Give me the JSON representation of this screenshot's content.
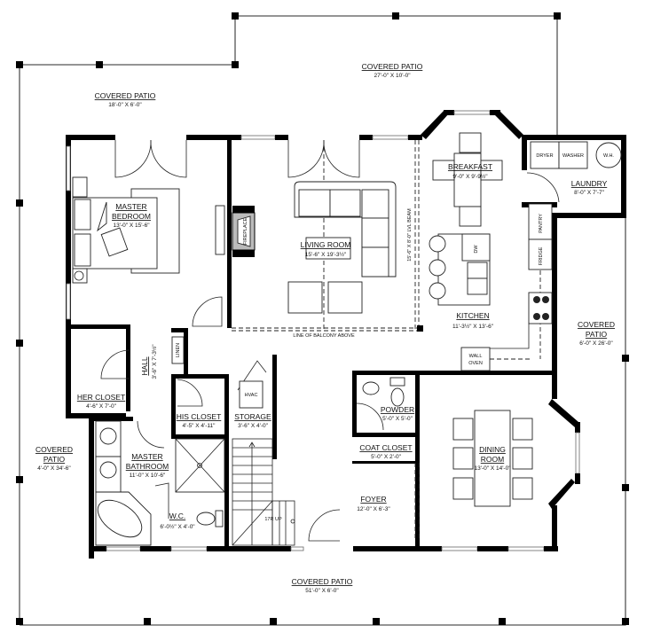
{
  "rooms": {
    "patio_north_left": {
      "name": "COVERED PATIO",
      "dims": "18'-0\" X 6'-0\""
    },
    "patio_north_right": {
      "name": "COVERED PATIO",
      "dims": "27'-0\" X 10'-0\""
    },
    "patio_west": {
      "name_line1": "COVERED",
      "name_line2": "PATIO",
      "dims": "4'-0\" X 34'-6\""
    },
    "patio_east": {
      "name_line1": "COVERED",
      "name_line2": "PATIO",
      "dims": "6'-0\" X 26'-0\""
    },
    "patio_south": {
      "name": "COVERED PATIO",
      "dims": "51'-0\" X 6'-0\""
    },
    "master_bedroom": {
      "name_line1": "MASTER",
      "name_line2": "BEDROOM",
      "dims": "13'-0\" X 15'-6\""
    },
    "living_room": {
      "name": "LIVING ROOM",
      "dims": "15'-6\" X 19'-3½\""
    },
    "breakfast": {
      "name": "BREAKFAST",
      "dims": "9'-0\" X 9'-9½\""
    },
    "laundry": {
      "name": "LAUNDRY",
      "dims": "8'-0\" X 7'-7\""
    },
    "kitchen": {
      "name": "KITCHEN",
      "dims": "11'-3½\" X 13'-6\""
    },
    "hall": {
      "name": "HALL",
      "dims": "3'-6\" X 7'-3½\""
    },
    "her_closet": {
      "name": "HER CLOSET",
      "dims": "4'-6\" X 7'-0\""
    },
    "his_closet": {
      "name": "HIS CLOSET",
      "dims": "4'-5\" X 4'-11\""
    },
    "storage": {
      "name": "STORAGE",
      "dims": "3'-6\" X 4'-0\""
    },
    "master_bathroom": {
      "name_line1": "MASTER",
      "name_line2": "BATHROOM",
      "dims": "11'-0\" X 10'-6\""
    },
    "wc": {
      "name": "W.C.",
      "dims": "6'-0½\" X 4'-0\""
    },
    "powder": {
      "name": "POWDER",
      "dims": "5'-0\" X 5'-0\""
    },
    "coat_closet": {
      "name": "COAT CLOSET",
      "dims": "5'-0\" X 2'-0\""
    },
    "foyer": {
      "name": "FOYER",
      "dims": "12'-0\" X 6'-3\""
    },
    "dining_room": {
      "name_line1": "DINING",
      "name_line2": "ROOM",
      "dims": "13'-0\" X 14'-0\""
    }
  },
  "fixtures": {
    "fireplace": "FIREPLACE",
    "linen": "LINEN",
    "hvac": "HVAC",
    "dryer": "DRYER",
    "washer": "WASHER",
    "water_heater": "W.H.",
    "pantry": "PANTRY",
    "fridge": "FRIDGE",
    "dishwasher": "DW",
    "wall_oven_line1": "WALL",
    "wall_oven_line2": "OVEN",
    "stairs": "17R UP"
  },
  "annotations": {
    "balcony_line": "LINE OF BALCONY ABOVE",
    "beam": "15'-6\" X 8'-0\" LVL BEAM"
  }
}
